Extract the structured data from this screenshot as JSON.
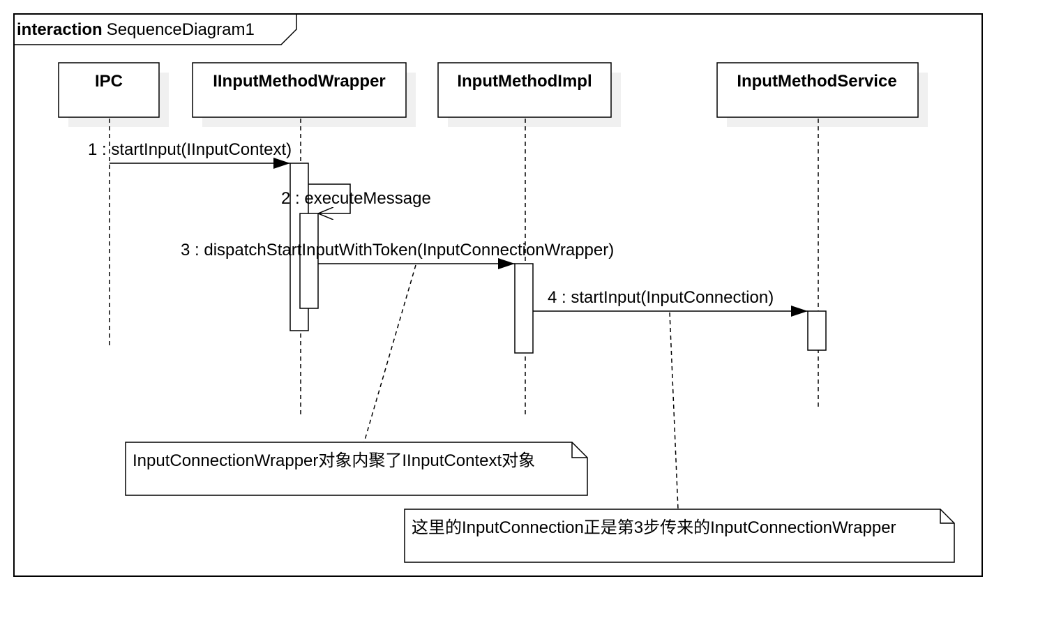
{
  "frame": {
    "keyword": "interaction",
    "name": "SequenceDiagram1"
  },
  "lifelines": [
    {
      "id": "ipc",
      "label": "IPC"
    },
    {
      "id": "wrapper",
      "label": "IInputMethodWrapper"
    },
    {
      "id": "impl",
      "label": "InputMethodImpl"
    },
    {
      "id": "service",
      "label": "InputMethodService"
    }
  ],
  "messages": [
    {
      "label": "1 : startInput(IInputContext)",
      "from": "ipc",
      "to": "wrapper",
      "kind": "sync"
    },
    {
      "label": "2 : executeMessage",
      "from": "wrapper",
      "to": "wrapper",
      "kind": "self"
    },
    {
      "label": "3 : dispatchStartInputWithToken(InputConnectionWrapper)",
      "from": "wrapper",
      "to": "impl",
      "kind": "sync"
    },
    {
      "label": "4 : startInput(InputConnection)",
      "from": "impl",
      "to": "service",
      "kind": "sync"
    }
  ],
  "notes": [
    {
      "text": "InputConnectionWrapper对象内聚了IInputContext对象",
      "attached_to_message": 3
    },
    {
      "text": "这里的InputConnection正是第3步传来的InputConnectionWrapper",
      "attached_to_message": 4
    }
  ],
  "colors": {
    "line": "#000000",
    "shadow": "#f0f0f0",
    "background": "#ffffff"
  }
}
